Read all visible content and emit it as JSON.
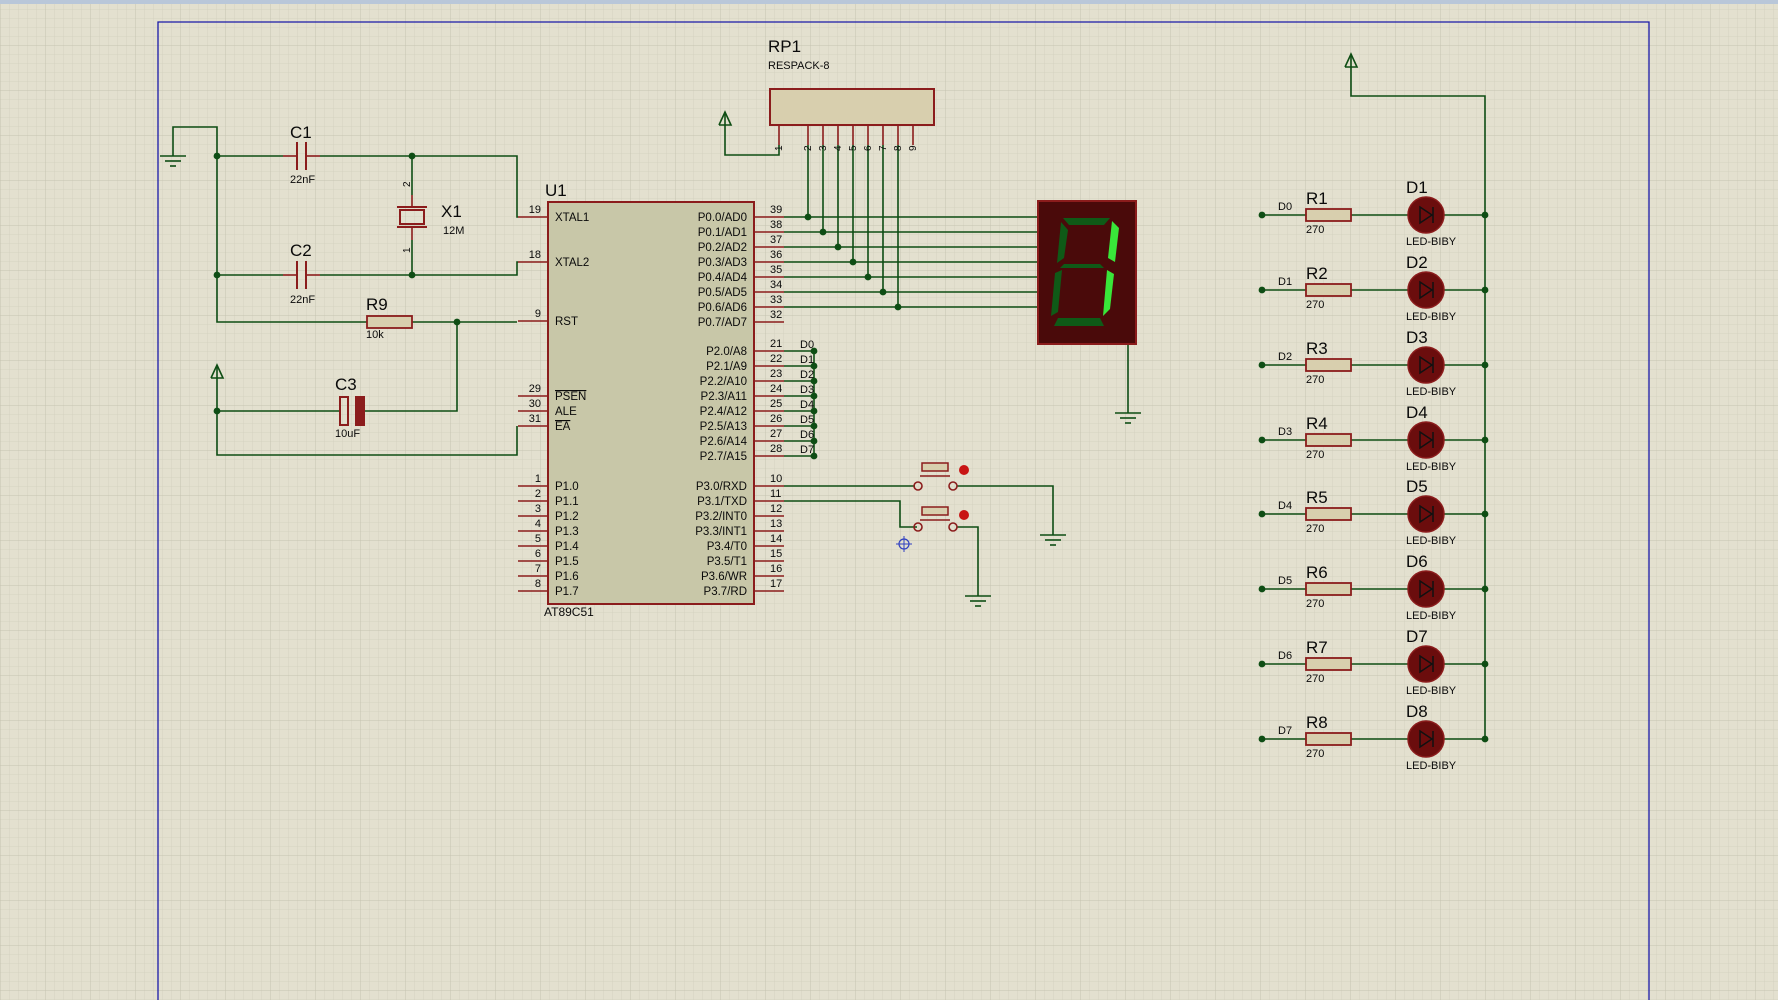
{
  "colors": {
    "sheet": "#e3e0cf",
    "grid_minor": "#d2cfbd",
    "grid_major": "#c6c3b0",
    "border": "#1a1aa8",
    "wire": "#0e4d14",
    "component": "#8b1c1c",
    "chip_fill": "#c8c7a8",
    "text": "#0a0a0a",
    "seg_bg": "#4a0a0a",
    "seg_on": "#39e639",
    "seg_off": "#0f5a17"
  },
  "rp1": {
    "ref": "RP1",
    "value": "RESPACK-8",
    "pins": [
      "1",
      "2",
      "3",
      "4",
      "5",
      "6",
      "7",
      "8",
      "9"
    ]
  },
  "u1": {
    "ref": "U1",
    "part": "AT89C51",
    "left_pins": [
      {
        "num": "19",
        "name": "XTAL1"
      },
      {
        "num": "18",
        "name": "XTAL2"
      },
      {
        "num": "9",
        "name": "RST"
      },
      {
        "num": "29",
        "name": "PSEN"
      },
      {
        "num": "30",
        "name": "ALE"
      },
      {
        "num": "31",
        "name": "EA"
      },
      {
        "num": "1",
        "name": "P1.0"
      },
      {
        "num": "2",
        "name": "P1.1"
      },
      {
        "num": "3",
        "name": "P1.2"
      },
      {
        "num": "4",
        "name": "P1.3"
      },
      {
        "num": "5",
        "name": "P1.4"
      },
      {
        "num": "6",
        "name": "P1.5"
      },
      {
        "num": "7",
        "name": "P1.6"
      },
      {
        "num": "8",
        "name": "P1.7"
      }
    ],
    "right_pins": [
      {
        "num": "39",
        "name": "P0.0/AD0"
      },
      {
        "num": "38",
        "name": "P0.1/AD1"
      },
      {
        "num": "37",
        "name": "P0.2/AD2"
      },
      {
        "num": "36",
        "name": "P0.3/AD3"
      },
      {
        "num": "35",
        "name": "P0.4/AD4"
      },
      {
        "num": "34",
        "name": "P0.5/AD5"
      },
      {
        "num": "33",
        "name": "P0.6/AD6"
      },
      {
        "num": "32",
        "name": "P0.7/AD7"
      },
      {
        "num": "21",
        "name": "P2.0/A8"
      },
      {
        "num": "22",
        "name": "P2.1/A9"
      },
      {
        "num": "23",
        "name": "P2.2/A10"
      },
      {
        "num": "24",
        "name": "P2.3/A11"
      },
      {
        "num": "25",
        "name": "P2.4/A12"
      },
      {
        "num": "26",
        "name": "P2.5/A13"
      },
      {
        "num": "27",
        "name": "P2.6/A14"
      },
      {
        "num": "28",
        "name": "P2.7/A15"
      },
      {
        "num": "10",
        "name": "P3.0/RXD"
      },
      {
        "num": "11",
        "name": "P3.1/TXD"
      },
      {
        "num": "12",
        "name": "P3.2/INT0"
      },
      {
        "num": "13",
        "name": "P3.3/INT1"
      },
      {
        "num": "14",
        "name": "P3.4/T0"
      },
      {
        "num": "15",
        "name": "P3.5/T1"
      },
      {
        "num": "16",
        "name": "P3.6/WR"
      },
      {
        "num": "17",
        "name": "P3.7/RD"
      }
    ],
    "p2_net_labels": [
      "D0",
      "D1",
      "D2",
      "D3",
      "D4",
      "D5",
      "D6",
      "D7"
    ]
  },
  "c1": {
    "ref": "C1",
    "value": "22nF"
  },
  "c2": {
    "ref": "C2",
    "value": "22nF"
  },
  "c3": {
    "ref": "C3",
    "value": "10uF"
  },
  "x1": {
    "ref": "X1",
    "value": "12M",
    "pin_top": "2",
    "pin_bottom": "1"
  },
  "r9": {
    "ref": "R9",
    "value": "10k"
  },
  "leds": [
    {
      "net": "D0",
      "res_ref": "R1",
      "res_value": "270",
      "led_ref": "D1",
      "led_value": "LED-BIBY"
    },
    {
      "net": "D1",
      "res_ref": "R2",
      "res_value": "270",
      "led_ref": "D2",
      "led_value": "LED-BIBY"
    },
    {
      "net": "D2",
      "res_ref": "R3",
      "res_value": "270",
      "led_ref": "D3",
      "led_value": "LED-BIBY"
    },
    {
      "net": "D3",
      "res_ref": "R4",
      "res_value": "270",
      "led_ref": "D4",
      "led_value": "LED-BIBY"
    },
    {
      "net": "D4",
      "res_ref": "R5",
      "res_value": "270",
      "led_ref": "D5",
      "led_value": "LED-BIBY"
    },
    {
      "net": "D5",
      "res_ref": "R6",
      "res_value": "270",
      "led_ref": "D6",
      "led_value": "LED-BIBY"
    },
    {
      "net": "D6",
      "res_ref": "R7",
      "res_value": "270",
      "led_ref": "D7",
      "led_value": "LED-BIBY"
    },
    {
      "net": "D7",
      "res_ref": "R8",
      "res_value": "270",
      "led_ref": "D8",
      "led_value": "LED-BIBY"
    }
  ],
  "seven_segment": {
    "segments_on": [
      "b",
      "c"
    ]
  }
}
